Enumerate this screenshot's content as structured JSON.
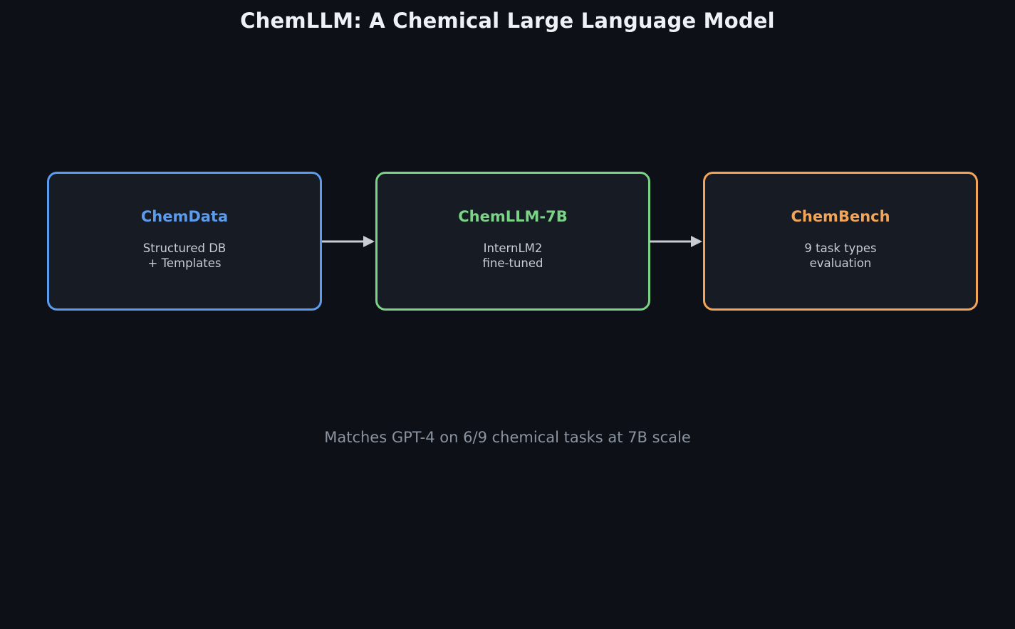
{
  "title": "ChemLLM: A Chemical Large Language Model",
  "flow": {
    "nodes": [
      {
        "id": "chemdata",
        "label": "ChemData",
        "description": "Structured DB\n+ Templates",
        "accent": "#5b9cee"
      },
      {
        "id": "chemllm-7b",
        "label": "ChemLLM-7B",
        "description": "InternLM2\nfine-tuned",
        "accent": "#7bd486"
      },
      {
        "id": "chembench",
        "label": "ChemBench",
        "description": "9 task types\nevaluation",
        "accent": "#f2a558"
      }
    ],
    "arrow_color": "#c9ccd2"
  },
  "caption": "Matches GPT-4 on 6/9 chemical tasks at 7B scale",
  "colors": {
    "background": "#0d1117",
    "node_fill": "#161b24",
    "title_text": "#eef1f5",
    "body_text": "#c9ccd1",
    "caption_text": "#8b949e"
  }
}
